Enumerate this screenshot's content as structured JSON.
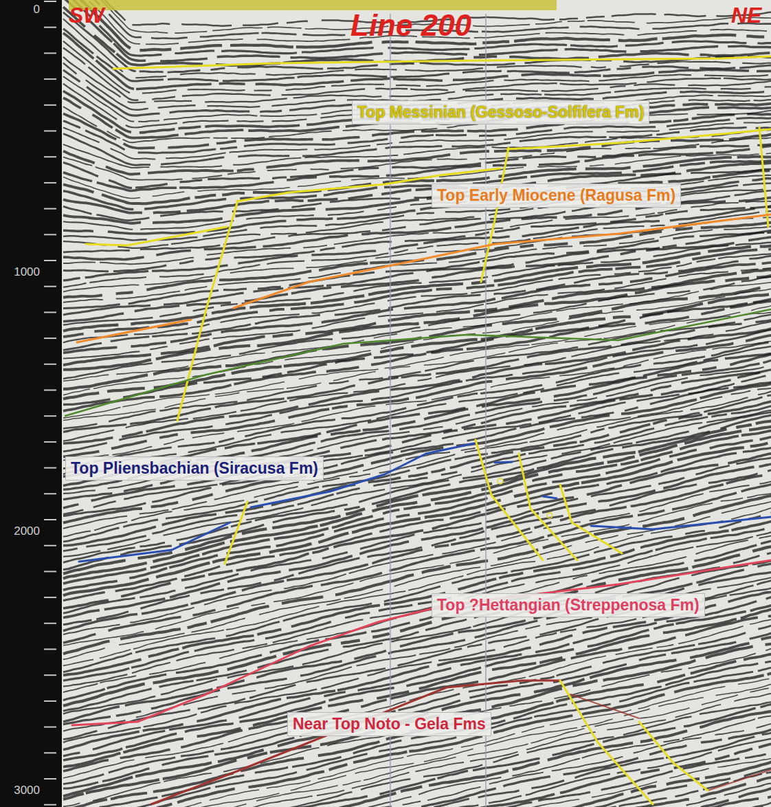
{
  "diagram": {
    "title": "Line 200",
    "nodes": [
      {
        "text": [
          "Top Messinian (Gessoso-Solfifera Fm)"
        ]
      },
      {
        "text": [
          "Top Early Miocene (Ragusa Fm)"
        ]
      },
      {
        "text": [
          "Top Pliensbachian (Siracusa Fm)"
        ]
      },
      {
        "text": [
          "Top ?Hettangian (Streppenosa Fm)"
        ]
      },
      {
        "text": [
          "Near Top Noto - Gela Fms"
        ]
      }
    ],
    "labels": [
      "SW",
      "NE",
      "0",
      "1000",
      "2000",
      "3000"
    ]
  }
}
